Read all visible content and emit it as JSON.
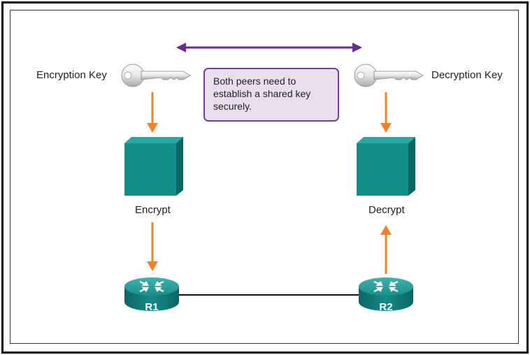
{
  "left_key": {
    "label": "Encryption Key"
  },
  "right_key": {
    "label": "Decryption Key"
  },
  "note": {
    "text": "Both peers need to establish a shared key securely."
  },
  "left_box": {
    "label": "Encrypt"
  },
  "right_box": {
    "label": "Decrypt"
  },
  "routers": {
    "left": "R1",
    "right": "R2"
  },
  "colors": {
    "shared_key_arrow": "#6a2d8f",
    "flow_arrow": "#f0822a",
    "cube": "#128e8a",
    "router": "#1b8e8a",
    "note_border": "#7a3c98",
    "note_fill": "#e8def0"
  }
}
